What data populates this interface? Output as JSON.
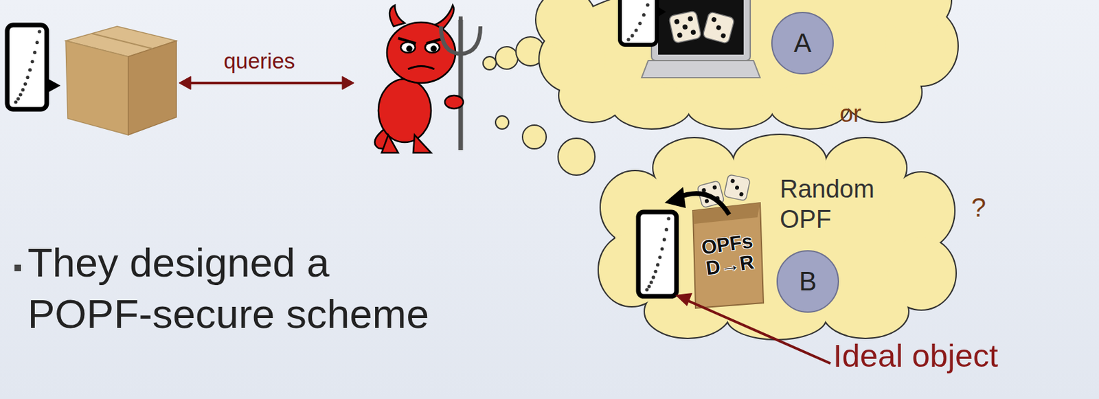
{
  "diagram": {
    "nodes": [
      {
        "text": [
          "A"
        ]
      },
      {
        "text": [
          "Random OPF"
        ]
      },
      {
        "text": [
          "OPFs D→R"
        ],
        "in": 1
      },
      {
        "text": [
          "B"
        ],
        "in": 1
      }
    ],
    "labels": [
      "queries",
      "or",
      "?",
      "They designed a POPF-secure scheme",
      "Ideal object"
    ]
  }
}
